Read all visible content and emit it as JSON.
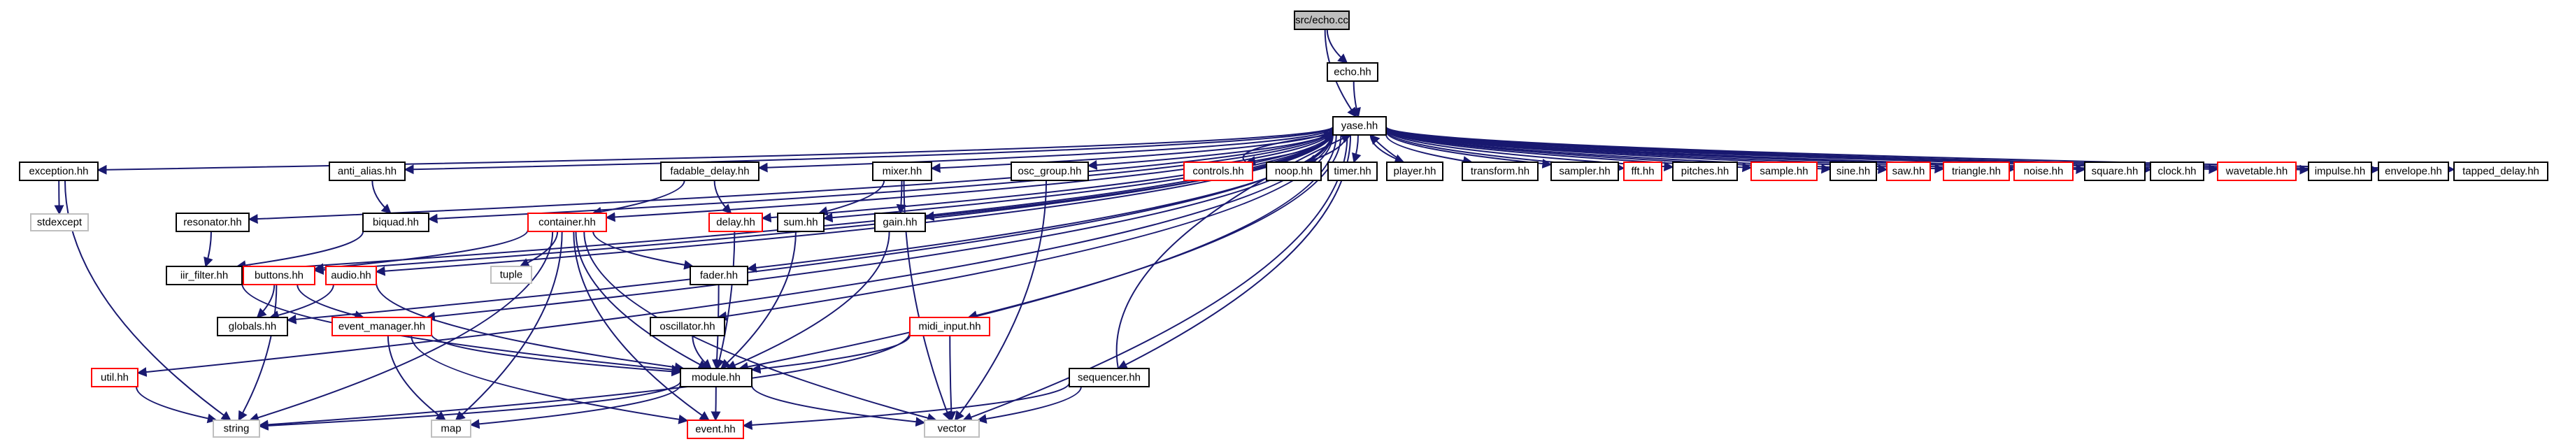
{
  "colors": {
    "edge": "#191970",
    "node_border_default": "#000000",
    "node_border_red": "#ff0000",
    "node_border_gray": "#bfbfbf",
    "root_fill": "#bfbfbf",
    "node_fill": "#ffffff"
  },
  "nodes": [
    {
      "id": "echo_cc",
      "label": "src/echo.cc",
      "style": "root"
    },
    {
      "id": "echo_hh",
      "label": "echo.hh",
      "style": "default"
    },
    {
      "id": "yase_hh",
      "label": "yase.hh",
      "style": "default"
    },
    {
      "id": "exception_hh",
      "label": "exception.hh",
      "style": "default"
    },
    {
      "id": "stdexcept",
      "label": "stdexcept",
      "style": "system"
    },
    {
      "id": "resonator_hh",
      "label": "resonator.hh",
      "style": "default"
    },
    {
      "id": "anti_alias_hh",
      "label": "anti_alias.hh",
      "style": "default"
    },
    {
      "id": "fadable_delay_hh",
      "label": "fadable_delay.hh",
      "style": "default"
    },
    {
      "id": "mixer_hh",
      "label": "mixer.hh",
      "style": "default"
    },
    {
      "id": "osc_group_hh",
      "label": "osc_group.hh",
      "style": "default"
    },
    {
      "id": "controls_hh",
      "label": "controls.hh",
      "style": "red"
    },
    {
      "id": "noop_hh",
      "label": "noop.hh",
      "style": "default"
    },
    {
      "id": "timer_hh",
      "label": "timer.hh",
      "style": "default"
    },
    {
      "id": "player_hh",
      "label": "player.hh",
      "style": "default"
    },
    {
      "id": "transform_hh",
      "label": "transform.hh",
      "style": "default"
    },
    {
      "id": "sampler_hh",
      "label": "sampler.hh",
      "style": "default"
    },
    {
      "id": "fft_hh",
      "label": "fft.hh",
      "style": "red"
    },
    {
      "id": "pitches_hh",
      "label": "pitches.hh",
      "style": "default"
    },
    {
      "id": "sample_hh",
      "label": "sample.hh",
      "style": "red"
    },
    {
      "id": "sine_hh",
      "label": "sine.hh",
      "style": "default"
    },
    {
      "id": "saw_hh",
      "label": "saw.hh",
      "style": "red"
    },
    {
      "id": "triangle_hh",
      "label": "triangle.hh",
      "style": "red"
    },
    {
      "id": "noise_hh",
      "label": "noise.hh",
      "style": "red"
    },
    {
      "id": "square_hh",
      "label": "square.hh",
      "style": "default"
    },
    {
      "id": "clock_hh",
      "label": "clock.hh",
      "style": "default"
    },
    {
      "id": "wavetable_hh",
      "label": "wavetable.hh",
      "style": "red"
    },
    {
      "id": "impulse_hh",
      "label": "impulse.hh",
      "style": "default"
    },
    {
      "id": "envelope_hh",
      "label": "envelope.hh",
      "style": "default"
    },
    {
      "id": "tapped_delay_hh",
      "label": "tapped_delay.hh",
      "style": "default"
    },
    {
      "id": "biquad_hh",
      "label": "biquad.hh",
      "style": "default"
    },
    {
      "id": "container_hh",
      "label": "container.hh",
      "style": "red"
    },
    {
      "id": "delay_hh",
      "label": "delay.hh",
      "style": "red"
    },
    {
      "id": "sum_hh",
      "label": "sum.hh",
      "style": "default"
    },
    {
      "id": "gain_hh",
      "label": "gain.hh",
      "style": "default"
    },
    {
      "id": "iir_filter_hh",
      "label": "iir_filter.hh",
      "style": "default"
    },
    {
      "id": "buttons_hh",
      "label": "buttons.hh",
      "style": "red"
    },
    {
      "id": "audio_hh",
      "label": "audio.hh",
      "style": "red"
    },
    {
      "id": "tuple",
      "label": "tuple",
      "style": "system"
    },
    {
      "id": "fader_hh",
      "label": "fader.hh",
      "style": "default"
    },
    {
      "id": "globals_hh",
      "label": "globals.hh",
      "style": "default"
    },
    {
      "id": "event_manager_hh",
      "label": "event_manager.hh",
      "style": "red"
    },
    {
      "id": "oscillator_hh",
      "label": "oscillator.hh",
      "style": "default"
    },
    {
      "id": "midi_input_hh",
      "label": "midi_input.hh",
      "style": "red"
    },
    {
      "id": "util_hh",
      "label": "util.hh",
      "style": "red"
    },
    {
      "id": "module_hh",
      "label": "module.hh",
      "style": "default"
    },
    {
      "id": "sequencer_hh",
      "label": "sequencer.hh",
      "style": "default"
    },
    {
      "id": "string",
      "label": "string",
      "style": "system"
    },
    {
      "id": "map",
      "label": "map",
      "style": "system"
    },
    {
      "id": "event_hh",
      "label": "event.hh",
      "style": "red"
    },
    {
      "id": "vector",
      "label": "vector",
      "style": "system"
    }
  ],
  "edges": [
    [
      "echo_cc",
      "echo_hh"
    ],
    [
      "echo_cc",
      "yase_hh"
    ],
    [
      "echo_hh",
      "yase_hh"
    ],
    [
      "yase_hh",
      "exception_hh"
    ],
    [
      "yase_hh",
      "resonator_hh"
    ],
    [
      "yase_hh",
      "anti_alias_hh"
    ],
    [
      "yase_hh",
      "fadable_delay_hh"
    ],
    [
      "yase_hh",
      "mixer_hh"
    ],
    [
      "yase_hh",
      "osc_group_hh"
    ],
    [
      "yase_hh",
      "controls_hh"
    ],
    [
      "yase_hh",
      "noop_hh"
    ],
    [
      "yase_hh",
      "timer_hh"
    ],
    [
      "yase_hh",
      "player_hh"
    ],
    [
      "yase_hh",
      "transform_hh"
    ],
    [
      "yase_hh",
      "sampler_hh"
    ],
    [
      "yase_hh",
      "fft_hh"
    ],
    [
      "yase_hh",
      "pitches_hh"
    ],
    [
      "yase_hh",
      "sample_hh"
    ],
    [
      "yase_hh",
      "sine_hh"
    ],
    [
      "yase_hh",
      "saw_hh"
    ],
    [
      "yase_hh",
      "triangle_hh"
    ],
    [
      "yase_hh",
      "noise_hh"
    ],
    [
      "yase_hh",
      "square_hh"
    ],
    [
      "yase_hh",
      "clock_hh"
    ],
    [
      "yase_hh",
      "wavetable_hh"
    ],
    [
      "yase_hh",
      "impulse_hh"
    ],
    [
      "yase_hh",
      "envelope_hh"
    ],
    [
      "yase_hh",
      "tapped_delay_hh"
    ],
    [
      "yase_hh",
      "biquad_hh"
    ],
    [
      "yase_hh",
      "container_hh"
    ],
    [
      "yase_hh",
      "delay_hh"
    ],
    [
      "yase_hh",
      "sum_hh"
    ],
    [
      "yase_hh",
      "gain_hh"
    ],
    [
      "yase_hh",
      "iir_filter_hh"
    ],
    [
      "yase_hh",
      "buttons_hh"
    ],
    [
      "yase_hh",
      "audio_hh"
    ],
    [
      "yase_hh",
      "fader_hh"
    ],
    [
      "yase_hh",
      "globals_hh"
    ],
    [
      "yase_hh",
      "event_manager_hh"
    ],
    [
      "yase_hh",
      "oscillator_hh"
    ],
    [
      "yase_hh",
      "midi_input_hh"
    ],
    [
      "yase_hh",
      "util_hh"
    ],
    [
      "yase_hh",
      "module_hh"
    ],
    [
      "yase_hh",
      "sequencer_hh"
    ],
    [
      "yase_hh",
      "vector"
    ],
    [
      "exception_hh",
      "stdexcept"
    ],
    [
      "exception_hh",
      "string"
    ],
    [
      "resonator_hh",
      "iir_filter_hh"
    ],
    [
      "anti_alias_hh",
      "biquad_hh"
    ],
    [
      "biquad_hh",
      "iir_filter_hh"
    ],
    [
      "fadable_delay_hh",
      "container_hh"
    ],
    [
      "fadable_delay_hh",
      "delay_hh"
    ],
    [
      "mixer_hh",
      "sum_hh"
    ],
    [
      "mixer_hh",
      "gain_hh"
    ],
    [
      "mixer_hh",
      "vector"
    ],
    [
      "osc_group_hh",
      "vector"
    ],
    [
      "container_hh",
      "buttons_hh"
    ],
    [
      "container_hh",
      "tuple"
    ],
    [
      "container_hh",
      "fader_hh"
    ],
    [
      "container_hh",
      "module_hh"
    ],
    [
      "container_hh",
      "string"
    ],
    [
      "container_hh",
      "map"
    ],
    [
      "container_hh",
      "event_hh"
    ],
    [
      "container_hh",
      "vector"
    ],
    [
      "delay_hh",
      "module_hh"
    ],
    [
      "sum_hh",
      "module_hh"
    ],
    [
      "gain_hh",
      "module_hh"
    ],
    [
      "iir_filter_hh",
      "module_hh"
    ],
    [
      "buttons_hh",
      "globals_hh"
    ],
    [
      "buttons_hh",
      "event_manager_hh"
    ],
    [
      "buttons_hh",
      "string"
    ],
    [
      "audio_hh",
      "globals_hh"
    ],
    [
      "audio_hh",
      "module_hh"
    ],
    [
      "fader_hh",
      "module_hh"
    ],
    [
      "event_manager_hh",
      "module_hh"
    ],
    [
      "event_manager_hh",
      "map"
    ],
    [
      "event_manager_hh",
      "event_hh"
    ],
    [
      "oscillator_hh",
      "module_hh"
    ],
    [
      "midi_input_hh",
      "module_hh"
    ],
    [
      "midi_input_hh",
      "vector"
    ],
    [
      "midi_input_hh",
      "string"
    ],
    [
      "util_hh",
      "string"
    ],
    [
      "module_hh",
      "string"
    ],
    [
      "module_hh",
      "map"
    ],
    [
      "module_hh",
      "event_hh"
    ],
    [
      "module_hh",
      "vector"
    ],
    [
      "sequencer_hh",
      "event_hh"
    ],
    [
      "sequencer_hh",
      "vector"
    ],
    [
      "sequencer_hh",
      "yase_hh"
    ],
    [
      "controls_hh",
      "yase_hh"
    ],
    [
      "player_hh",
      "yase_hh"
    ]
  ]
}
